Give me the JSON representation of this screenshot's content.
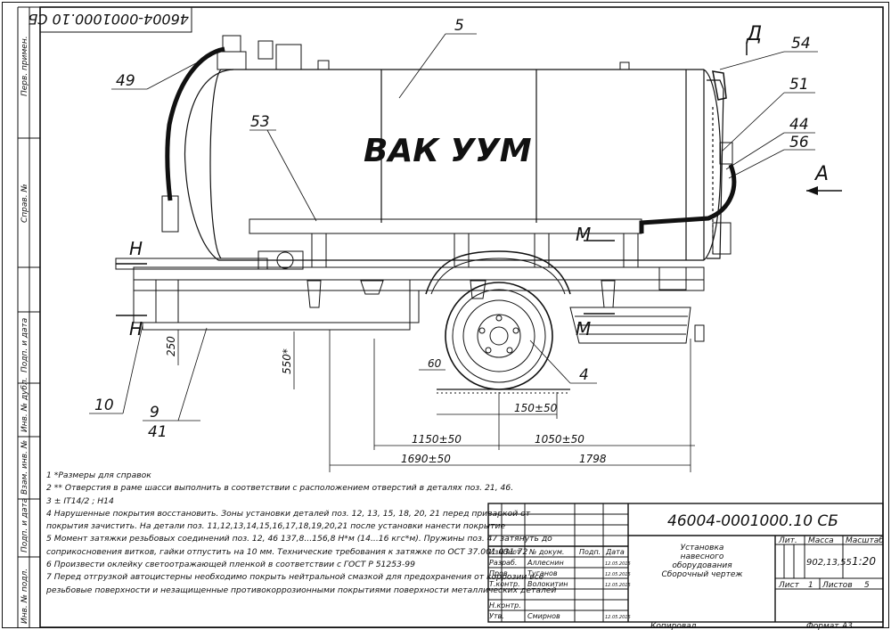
{
  "drawing": {
    "doc_number": "46004-0001000.10 СБ",
    "doc_number_rotated": "46004-0001000.10 СБ",
    "tank_text": "ВАК УУМ",
    "view_arrow_label": "А",
    "section_labels": {
      "d": "Д",
      "n": "Н",
      "m": "М"
    },
    "callouts": [
      "5",
      "49",
      "53",
      "54",
      "51",
      "44",
      "56",
      "4",
      "10",
      "9",
      "41"
    ],
    "dimensions": {
      "d250": "250",
      "d550": "550*",
      "d60": "60",
      "d150": "150±50",
      "d1150": "1150±50",
      "d1050": "1050±50",
      "d1690": "1690±50",
      "d1798": "1798"
    }
  },
  "side_strip": {
    "labels": [
      "Перв. примен.",
      "Справ. №",
      "Подп. и дата",
      "Инв. № дубл.",
      "Взам. инв. №",
      "Подп. и дата",
      "Инв. № подл."
    ]
  },
  "notes": [
    "1  *Размеры для справок",
    "2  ** Отверстия в раме шасси выполнить в соответствии с расположением отверстий в деталях поз. 21, 46.",
    "3  ± IT14/2 ; H14",
    "4  Нарушенные покрытия восстановить. Зоны установки деталей поз. 12, 13, 15, 18, 20, 21 перед приваркой от",
    "покрытия зачистить. На детали поз. 11,12,13,14,15,16,17,18,19,20,21 после установки нанести покрытие",
    "5  Момент затяжки резьбовых соединений поз. 12, 46  137,8...156,8 Н*м (14...16 кгс*м). Пружины поз. 47 затянуть до",
    "соприкосновения витков, гайки отпустить на 10 мм. Технические требования к затяжке по ОСТ 37.001.031-72",
    "6  Произвести оклейку светоотражающей пленкой в соответствии с ГОСТ Р 51253-99",
    "7  Перед отгрузкой автоцистерны необходимо покрыть нейтральной смазкой для предохранения от коррозии все",
    "резьбовые поверхности и незащищенные противокоррозионными покрытиями поверхности металлических деталей"
  ],
  "title_block": {
    "designation": "46004-0001000.10 СБ",
    "name_lines": [
      "Установка",
      "навесного",
      "оборудования",
      "Сборочный чертеж"
    ],
    "headers": {
      "izm": "Изм.",
      "list": "Лист",
      "doc": "№ докум.",
      "podp": "Подп.",
      "data": "Дата"
    },
    "roles": [
      {
        "role": "Разраб.",
        "name": "Аллеснин",
        "date": "12.05.2015"
      },
      {
        "role": "Пров.",
        "name": "Туганов",
        "date": "12.05.2015"
      },
      {
        "role": "Т.контр.",
        "name": "Волокитин",
        "date": "12.05.2015"
      },
      {
        "role": "",
        "name": "",
        "date": ""
      },
      {
        "role": "Н.контр.",
        "name": "",
        "date": ""
      },
      {
        "role": "Утв.",
        "name": "Смирнов",
        "date": "12.05.2015"
      }
    ],
    "lit_label": "Лит.",
    "mass_label": "Масса",
    "scale_label": "Масштаб",
    "mass": "902,13,55",
    "scale": "1:20",
    "sheet_label": "Лист",
    "sheet": "1",
    "sheets_label": "Листов",
    "sheets": "5",
    "copied": "Копировал",
    "format_label": "Формат",
    "format": "А3"
  }
}
